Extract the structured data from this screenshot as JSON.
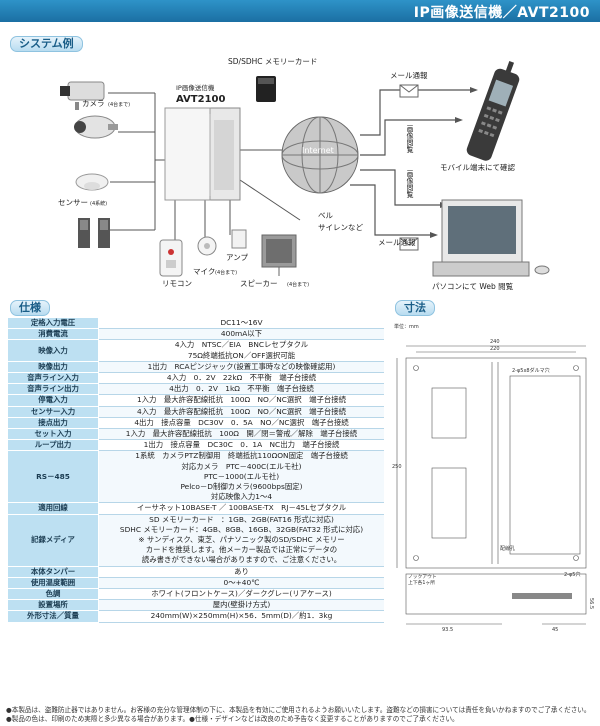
{
  "header": {
    "title": "IP画像送信機／AVT2100"
  },
  "sections": {
    "system": "システム例",
    "spec": "仕様",
    "dimensions": "寸法"
  },
  "system": {
    "sd_card": "SD/SDHC メモリーカード",
    "device_line1": "IP画像送信機",
    "device_line2": "AVT2100",
    "camera": "カメラ",
    "camera_note": "(4台まで)",
    "sensor": "センサー",
    "sensor_note": "(4系統)",
    "internet": "Internet",
    "mail1": "メール通報",
    "view1": "画像閲覧",
    "view2": "画像閲覧",
    "mobile": "モバイル端末にて確認",
    "bell": "ベル",
    "siren": "サイレンなど",
    "amp": "アンプ",
    "mail2": "メール通報",
    "remote": "リモコン",
    "mic": "マイク",
    "mic_note": "(4台まで)",
    "speaker": "スピーカー",
    "speaker_note": "(4台まで)",
    "pc": "パソコンにて Web 閲覧"
  },
  "spec_rows": [
    {
      "k": "定格入力電圧",
      "v": [
        "DC11～16V"
      ]
    },
    {
      "k": "消費電流",
      "v": [
        "400mA以下"
      ]
    },
    {
      "k": "映像入力",
      "v": [
        "4入力　NTSC／EIA　BNCレセプタクル",
        "75Ω終端抵抗ON／OFF選択可能"
      ]
    },
    {
      "k": "映像出力",
      "v": [
        "1出力　RCAピンジャック(設置工事時などの映像確認用)"
      ]
    },
    {
      "k": "音声ライン入力",
      "v": [
        "4入力　0．2V　22kΩ　不平衡　端子台接続"
      ]
    },
    {
      "k": "音声ライン出力",
      "v": [
        "4出力　0．2V　1kΩ　不平衡　端子台接続"
      ]
    },
    {
      "k": "停電入力",
      "v": [
        "1入力　最大許容配線抵抗　100Ω　NO／NC選択　端子台接続"
      ]
    },
    {
      "k": "センサー入力",
      "v": [
        "4入力　最大許容配線抵抗　100Ω　NO／NC選択　端子台接続"
      ]
    },
    {
      "k": "接点出力",
      "v": [
        "4出力　接点容量　DC30V　0．5A　NO／NC選択　端子台接続"
      ]
    },
    {
      "k": "セット入力",
      "v": [
        "1入力　最大許容配線抵抗　100Ω　開／閉＝警戒／解除　端子台接続"
      ]
    },
    {
      "k": "ループ出力",
      "v": [
        "1出力　接点容量　DC30C　0．1A　NC出力　端子台接続"
      ]
    },
    {
      "k": "RS－485",
      "v": [
        "1系統　カメラPTZ制御用　終端抵抗110ΩON固定　端子台接続",
        "対応カメラ　PTC－400C(エルモ社)",
        "PTC－1000(エルモ社)",
        "Pelco－D制御カメラ(9600bps固定)",
        "対応映像入力1～4"
      ]
    },
    {
      "k": "適用回線",
      "v": [
        "イーサネット10BASE-T ／ 100BASE-TX　RJ－45Lセプタクル"
      ]
    },
    {
      "k": "記録メディア",
      "v": [
        "SD メモリーカード　：1GB、2GB(FAT16 形式に対応)",
        "SDHC メモリーカード：4GB、8GB、16GB、32GB(FAT32 形式に対応)",
        "※ サンディスク、東芝、パナソニック製のSD/SDHC メモリー",
        "カードを推奨します。他メーカー製品では正常にデータの",
        "読み書きができない場合がありますので、ご注意ください。"
      ]
    },
    {
      "k": "本体タンパー",
      "v": [
        "あり"
      ]
    },
    {
      "k": "使用温度範囲",
      "v": [
        "0～+40℃"
      ]
    },
    {
      "k": "色調",
      "v": [
        "ホワイト(フロントケース)／ダークグレー(リアケース)"
      ]
    },
    {
      "k": "設置場所",
      "v": [
        "屋内(壁掛け方式)"
      ]
    },
    {
      "k": "外形寸法／質量",
      "v": [
        "240mm(W)×250mm(H)×56．5mm(D)／約1．3kg"
      ]
    }
  ],
  "dims": {
    "unit": "単位：mm",
    "w240": "240",
    "w220": "220",
    "h250": "250",
    "hole_note": "2-φ5x8ダルマ穴",
    "knock_note1": "ノックアウト",
    "knock_note2": "上下各1ヶ所",
    "side_hole": "配線孔",
    "hole2": "2-φ5穴",
    "d93": "93.5",
    "d45": "45",
    "d565": "56.5"
  },
  "footer": {
    "line1": "●本製品は、盗難防止器ではありません。お客様の充分な管理体制の下に、本製品を有効にご使用されるようお願いいたします。盗難などの損害については責任を負いかねますのでご了承ください。",
    "line2": "●製品の色は、印刷のため実際と多少異なる場合があります。●仕様・デザインなどは改良のため予告なく変更することがありますのでご了承ください。"
  }
}
